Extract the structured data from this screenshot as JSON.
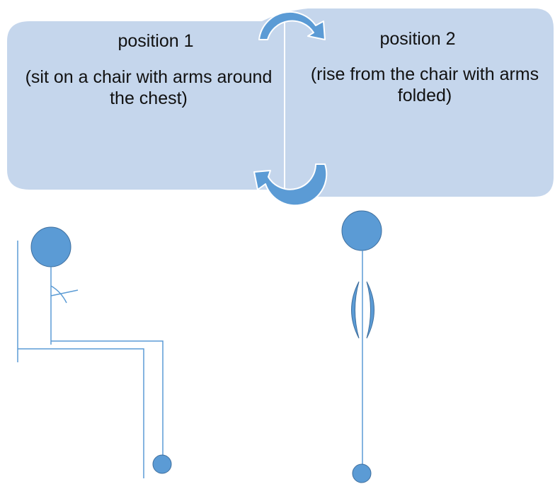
{
  "panel": {
    "fill_color": "#c5d6ec",
    "divider_color": "#ffffff",
    "position_1": {
      "title": "position 1",
      "description": "(sit on a chair with arms around the chest)"
    },
    "position_2": {
      "title": "position 2",
      "description": "(rise from the chair with arms folded)"
    }
  },
  "cycle_arrows": {
    "color": "#5b9bd5",
    "outline_color": "#ffffff",
    "top_arrow_icon": "curved-arrow-clockwise-icon",
    "bottom_arrow_icon": "curved-arrow-counterclockwise-icon"
  },
  "figures": {
    "line_color": "#5b9bd5",
    "fill_color": "#5b9bd5",
    "outline_color": "#3f6f9e",
    "sitting_figure": "sitting-on-chair",
    "standing_figure": "standing-arms-folded"
  }
}
